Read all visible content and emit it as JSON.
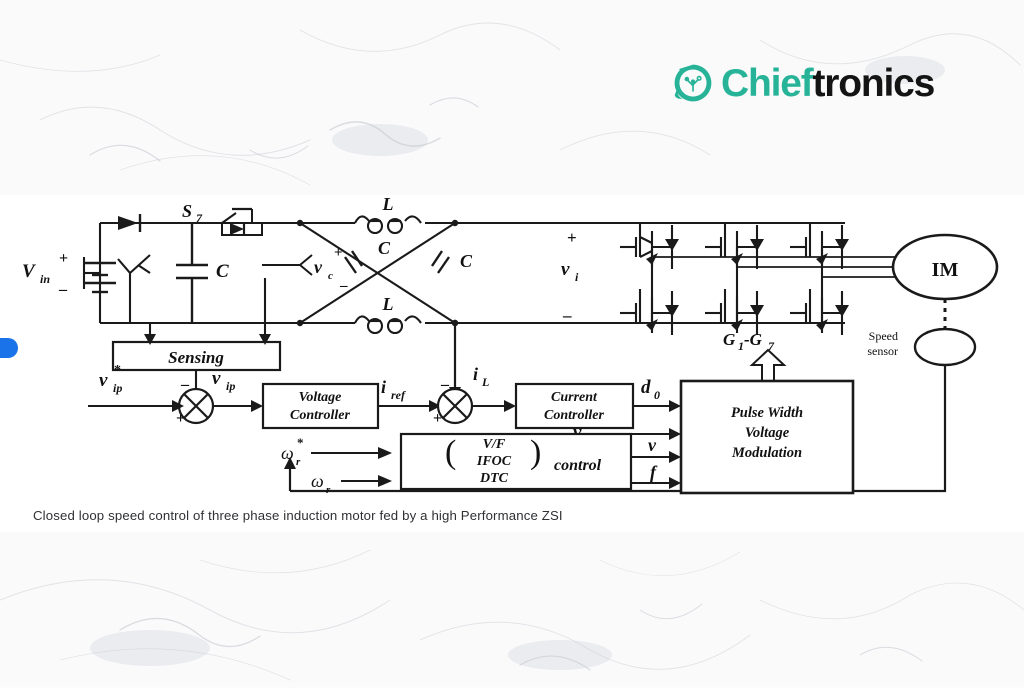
{
  "background": {
    "style": "marble",
    "base_color": "#fafafb",
    "vein_color": "#c9ccd2"
  },
  "panel": {
    "color": "#ffffff"
  },
  "logo": {
    "icon_name": "chieftronics-bubble-circuit-icon",
    "word_primary": "Chief",
    "word_secondary": "tronics",
    "primary_color": "#27b397",
    "secondary_color": "#141414"
  },
  "left_badge": {
    "name": "blue-pill-marker",
    "color": "#1a73e8"
  },
  "caption": "Closed loop speed control of three phase induction motor fed by a high Performance ZSI",
  "diagram": {
    "title": "Closed loop speed control of three phase induction motor fed by a high Performance ZSI",
    "source": {
      "label": "V_in",
      "plus": "+",
      "minus": "_",
      "cap_label": "C"
    },
    "switch_s7": {
      "label": "S",
      "sub": "7"
    },
    "zsource": {
      "inductor_top": "L",
      "inductor_bottom": "L",
      "cap_left": "C",
      "cap_right": "C",
      "vc_label": "v",
      "vc_sub": "c",
      "vc_plus": "+",
      "vc_minus": "_"
    },
    "inverter": {
      "vi_label": "v",
      "vi_sub": "i",
      "vi_plus": "+",
      "vi_minus": "_",
      "gates_label": "G -G",
      "gates_sub1": "1",
      "gates_sub2": "7",
      "device_count": 6
    },
    "motor": {
      "label": "IM"
    },
    "speed_sensor": {
      "label_line1": "Speed",
      "label_line2": "sensor"
    },
    "blocks": {
      "sensing": "Sensing",
      "voltage_controller_line1": "Voltage",
      "voltage_controller_line2": "Controller",
      "current_controller_line1": "Current",
      "current_controller_line2": "Controller",
      "pwm_line1": "Pulse Width",
      "pwm_line2": "Voltage",
      "pwm_line3": "Modulation",
      "control_line1": "V/F",
      "control_line2": "IFOC",
      "control_line3": "DTC",
      "control_suffix": "control"
    },
    "signals": {
      "vip_ref": "v",
      "vip_ref_sub": "ip",
      "vip_ref_star": "*",
      "vip": "v",
      "vip_sub": "ip",
      "iref": "i",
      "iref_sub": "ref",
      "il": "i",
      "il_sub": "L",
      "d0": "d",
      "d0_sub": "0",
      "vip_feed": "v",
      "vip_feed_sub": "ip",
      "wr_ref": "ω",
      "wr_ref_sub": "r",
      "wr_ref_star": "*",
      "wr": "ω",
      "wr_sub": "r",
      "v_out": "v",
      "f_out": "f",
      "plus": "+",
      "minus": "_"
    }
  }
}
